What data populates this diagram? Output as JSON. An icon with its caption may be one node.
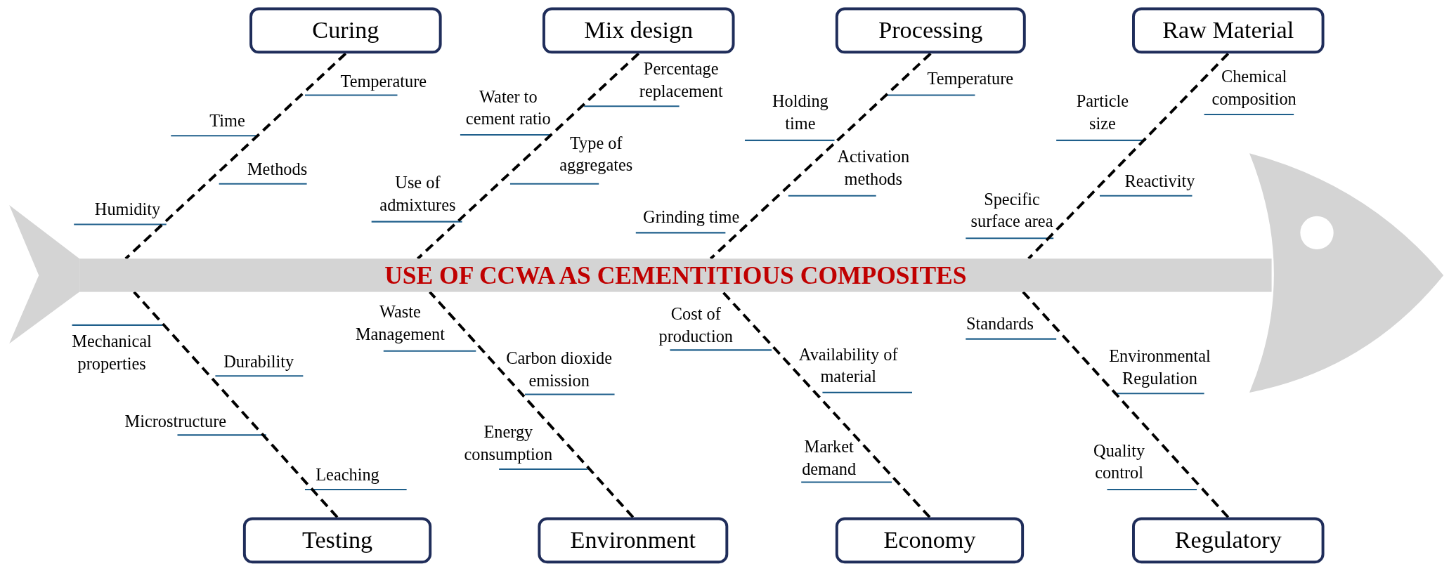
{
  "diagram": {
    "nodes": [
      {
        "text": [
          "Curing"
        ]
      },
      {
        "text": [
          "Mix design"
        ]
      },
      {
        "text": [
          "Processing"
        ]
      },
      {
        "text": [
          "Raw Material"
        ]
      },
      {
        "text": [
          "USE OF CCWA AS CEMENTITIOUS COMPOSITES"
        ]
      },
      {
        "text": [
          "Testing"
        ]
      },
      {
        "text": [
          "Environment"
        ]
      },
      {
        "text": [
          "Economy"
        ]
      },
      {
        "text": [
          "Regulatory"
        ]
      }
    ],
    "edges": [
      {
        "from": 0,
        "to": 4,
        "arrow": "none",
        "style": "dashed"
      },
      {
        "from": 1,
        "to": 4,
        "arrow": "none",
        "style": "dashed"
      },
      {
        "from": 2,
        "to": 4,
        "arrow": "none",
        "style": "dashed"
      },
      {
        "from": 3,
        "to": 4,
        "arrow": "none",
        "style": "dashed"
      },
      {
        "from": 5,
        "to": 4,
        "arrow": "none",
        "style": "dashed"
      },
      {
        "from": 6,
        "to": 4,
        "arrow": "none",
        "style": "dashed"
      },
      {
        "from": 7,
        "to": 4,
        "arrow": "none",
        "style": "dashed"
      },
      {
        "from": 8,
        "to": 4,
        "arrow": "none",
        "style": "dashed"
      }
    ],
    "labels": [
      "Temperature",
      "Time",
      "Methods",
      "Humidity",
      "Percentage replacement",
      "Water to cement ratio",
      "Type of aggregates",
      "Use of admixtures",
      "Temperature",
      "Holding time",
      "Activation methods",
      "Grinding time",
      "Chemical composition",
      "Particle size",
      "Reactivity",
      "Specific surface area",
      "Mechanical properties",
      "Durability",
      "Microstructure",
      "Leaching",
      "Waste Management",
      "Carbon dioxide emission",
      "Energy consumption",
      "Cost of production",
      "Availability of material",
      "Market demand",
      "Standards",
      "Environmental Regulation",
      "Quality control"
    ]
  }
}
